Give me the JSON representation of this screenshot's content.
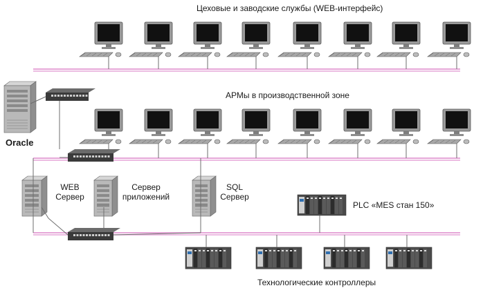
{
  "labels": {
    "services_title": "Цеховые и заводские службы (WEB-интерфейс)",
    "workstations_title": "АРМы в производственной зоне",
    "oracle": "Oracle",
    "web_server_line1": "WEB",
    "web_server_line2": "Сервер",
    "app_server_line1": "Сервер",
    "app_server_line2": "приложений",
    "sql_server_line1": "SQL",
    "sql_server_line2": "Сервер",
    "plc": "PLC «MES стан 150»",
    "controllers_title": "Технологические контроллеры"
  },
  "colors": {
    "network_line": "#e6a6d8",
    "wire": "#6e6e6e",
    "monitor_body": "#9a9a9a",
    "screen": "#111111",
    "server": "#b9b9b9",
    "switch": "#3a3a3a",
    "plc_module_accent": "#2f6fb0"
  },
  "nodes": {
    "top_workstations": 8,
    "zone_workstations": 8,
    "controllers": 4
  }
}
